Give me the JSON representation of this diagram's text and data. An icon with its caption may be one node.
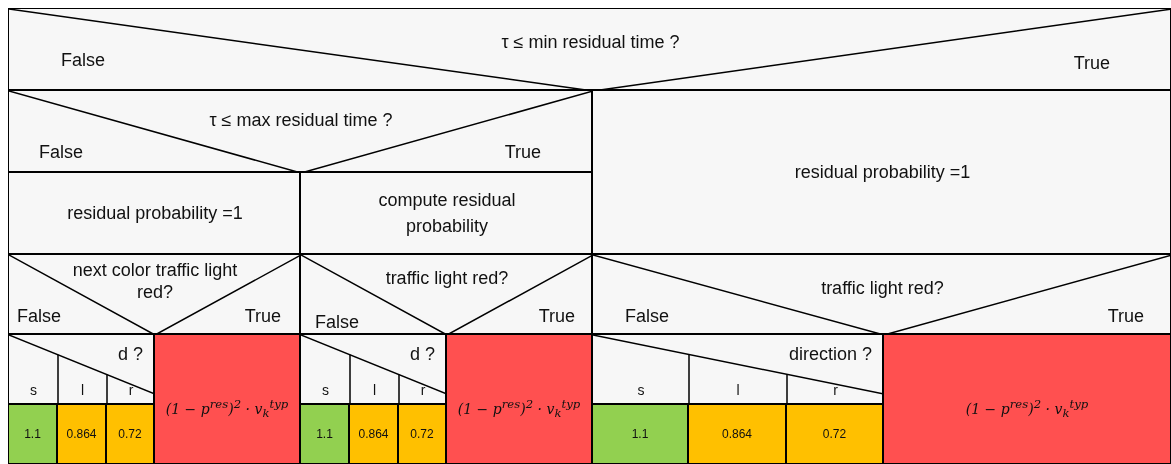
{
  "diagram": {
    "nodes": [
      {
        "text": [
          "τ ≤ min residual time ?",
          "False",
          "True"
        ]
      },
      {
        "text": [
          "τ ≤ max residual time ?",
          "False",
          "True"
        ]
      },
      {
        "text": [
          "residual probability =1"
        ]
      },
      {
        "text": [
          "residual probability =1"
        ]
      },
      {
        "text": [
          "compute residual probability"
        ]
      },
      {
        "text": [
          "next color traffic light red?",
          "False",
          "True"
        ]
      },
      {
        "text": [
          "traffic light red?",
          "False",
          "True"
        ]
      },
      {
        "text": [
          "traffic light red?",
          "False",
          "True"
        ]
      },
      {
        "text": [
          "d ?",
          "s",
          "l",
          "r"
        ]
      },
      {
        "text": [
          "1.1"
        ]
      },
      {
        "text": [
          "0.864"
        ]
      },
      {
        "text": [
          "0.72"
        ]
      },
      {
        "text": [
          "(1 − p$^{res}$)$^{2}$ · v$_{k}$$^{typ}$"
        ]
      },
      {
        "text": [
          "d ?",
          "s",
          "l",
          "r"
        ]
      },
      {
        "text": [
          "1.1"
        ]
      },
      {
        "text": [
          "0.864"
        ]
      },
      {
        "text": [
          "0.72"
        ]
      },
      {
        "text": [
          "(1 − p$^{res}$)$^{2}$ · v$_{k}$$^{typ}$"
        ]
      },
      {
        "text": [
          "direction ?",
          "s",
          "l",
          "r"
        ]
      },
      {
        "text": [
          "1.1"
        ]
      },
      {
        "text": [
          "0.864"
        ]
      },
      {
        "text": [
          "0.72"
        ]
      },
      {
        "text": [
          "(1 − p$^{res}$)$^{2}$ · v$_{k}$$^{typ}$"
        ]
      }
    ]
  }
}
